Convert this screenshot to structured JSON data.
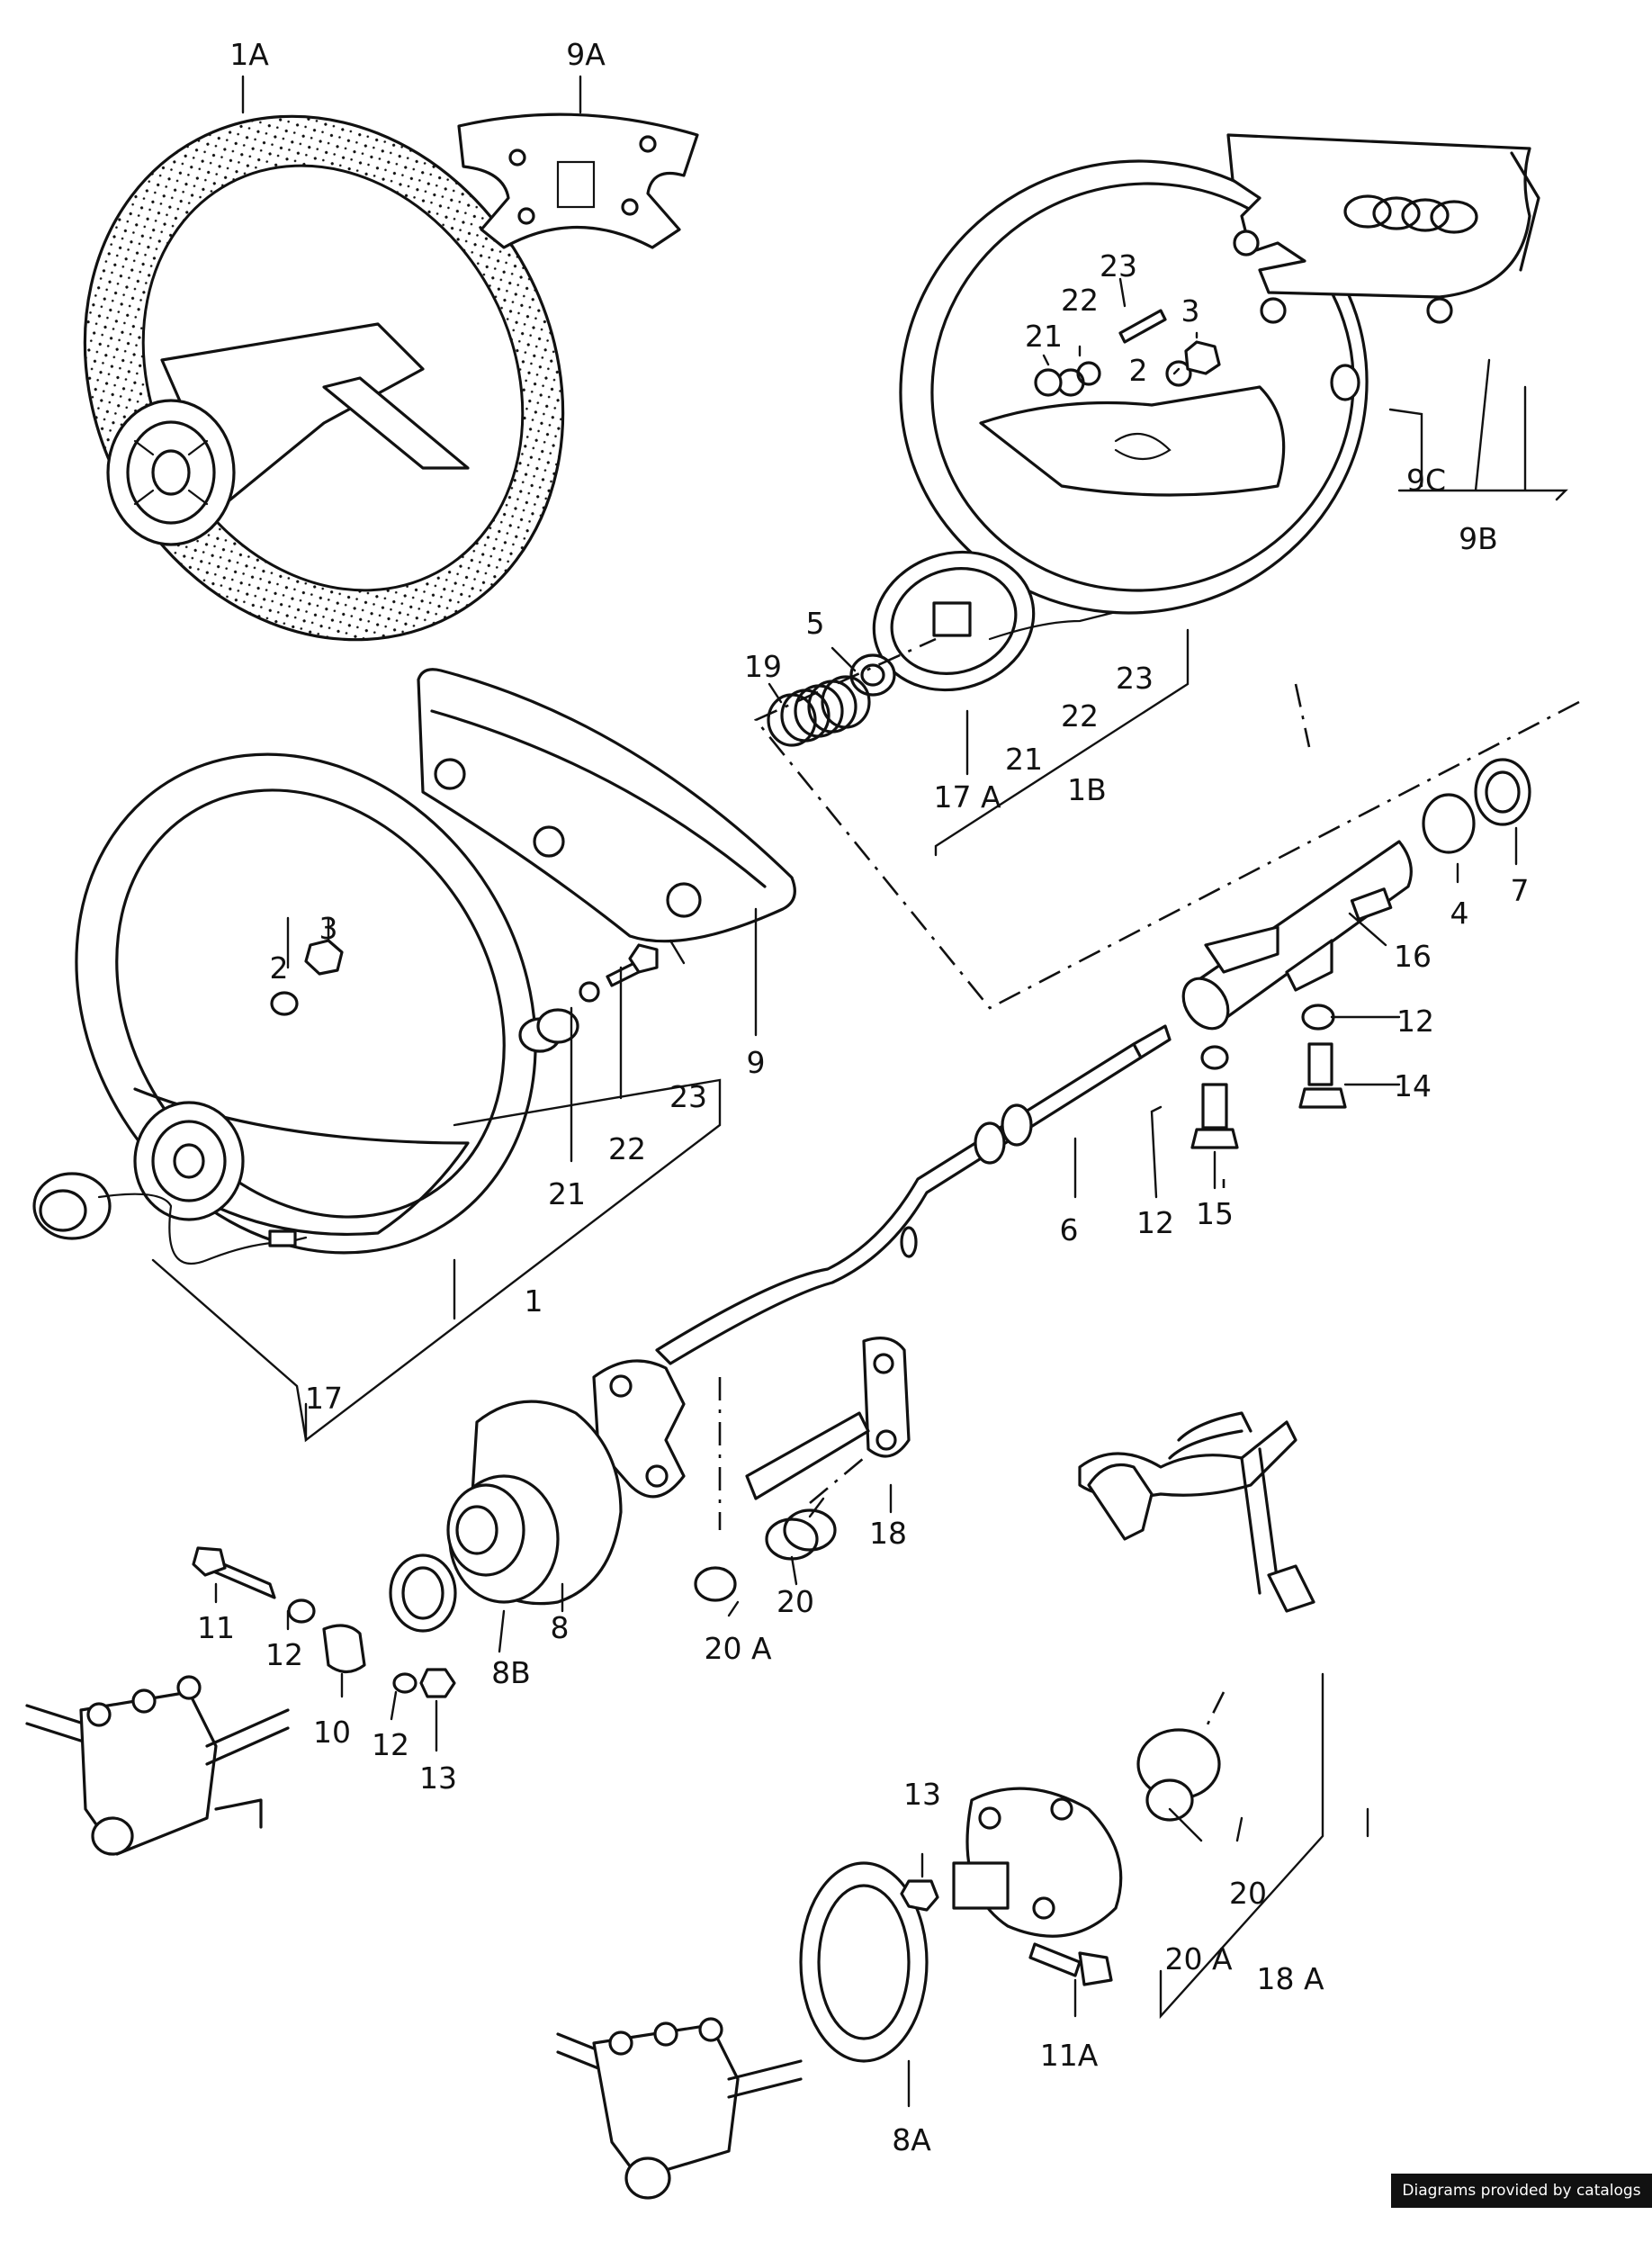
{
  "labels": {
    "l_1A": "1A",
    "l_9A": "9A",
    "l_9C": "9C",
    "l_9B": "9B",
    "l_23a": "23",
    "l_22a": "22",
    "l_21a": "21",
    "l_3a": "3",
    "l_2a": "2",
    "l_5": "5",
    "l_19": "19",
    "l_17A": "17 A",
    "l_21b": "21",
    "l_22b": "22",
    "l_23b": "23",
    "l_1B": "1B",
    "l_4": "4",
    "l_7": "7",
    "l_16": "16",
    "l_12a": "12",
    "l_14": "14",
    "l_2b": "2",
    "l_3b": "3",
    "l_9": "9",
    "l_23c": "23",
    "l_22c": "22",
    "l_21c": "21",
    "l_6": "6",
    "l_12b": "12",
    "l_15": "15",
    "l_1": "1",
    "l_17": "17",
    "l_18": "18",
    "l_20a": "20",
    "l_20Aa": "20 A",
    "l_8": "8",
    "l_8B": "8B",
    "l_11": "11",
    "l_12c": "12",
    "l_10": "10",
    "l_12d": "12",
    "l_13a": "13",
    "l_13b": "13",
    "l_20b": "20",
    "l_20Ab": "20 A",
    "l_18A": "18 A",
    "l_11A": "11A",
    "l_8A": "8A"
  },
  "credit": "Diagrams provided by catalogs parts"
}
